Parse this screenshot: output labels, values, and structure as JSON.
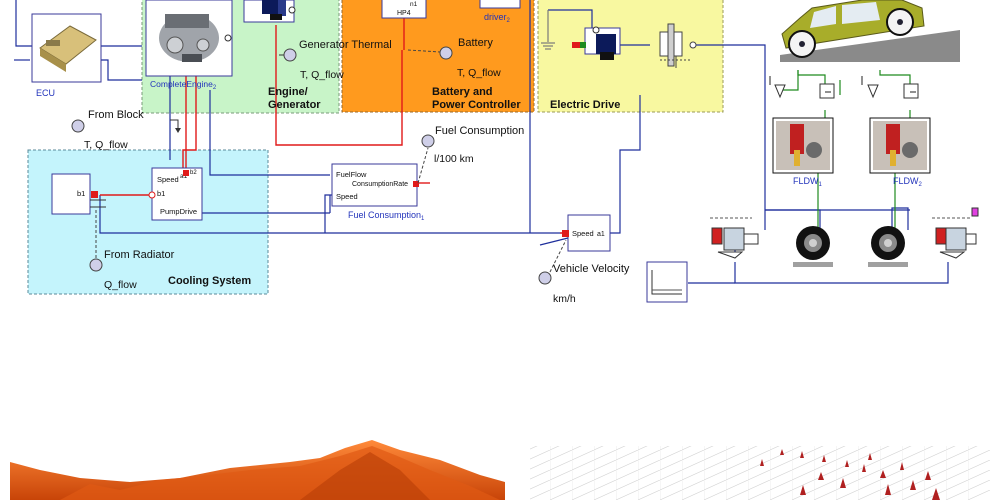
{
  "palette": {
    "engine_fill": "#c8f4c8",
    "battery_fill": "#ff9a1e",
    "drive_fill": "#f8f8a0",
    "cooling_fill": "#c4f4fc",
    "wire_red": "#e01a1a",
    "wire_blue": "#1f2f9c",
    "wire_green": "#1e8a1e",
    "ground": "#7a7a7a",
    "terrain": "#f06418",
    "car_body": "#a8ad2a"
  },
  "blocks": {
    "ecu": "ECU",
    "complete_engine": "CompleteEngine",
    "complete_engine_sub": "2",
    "engine_gen_title_1": "Engine/",
    "engine_gen_title_2": "Generator",
    "hp4": "HP4",
    "n1": "n1",
    "driver": "driver",
    "driver_sub": "2",
    "battery_title_1": "Battery and",
    "battery_title_2": "Power Controller",
    "electric_drive_title": "Electric Drive",
    "cooling_title": "Cooling System",
    "fuel_block_name": "Fuel Consumption",
    "fuel_block_sub": "1",
    "fuel_in_1": "FuelFlow",
    "fuel_in_2": "Speed",
    "fuel_out": "ConsumptionRate",
    "pump_in": "Speed",
    "pump_b1": "b1",
    "pump_name": "PumpDrive",
    "pump_ab": "a1",
    "pump_b2": "b2",
    "b1_block": "b1",
    "speed_block": "Speed",
    "speed_a1": "a1",
    "fldw_1": "FLDW",
    "fldw_1_sub": "1",
    "fldw_2": "FLDW",
    "fldw_2_sub": "2"
  },
  "sensors": {
    "generator_thermal": "Generator Thermal",
    "generator_thermal_unit": "T, Q_flow",
    "battery": "Battery",
    "battery_unit": "T, Q_flow",
    "from_block": "From Block",
    "from_block_unit": "T, Q_flow",
    "fuel_consumption": "Fuel Consumption",
    "fuel_consumption_unit": "l/100 km",
    "from_radiator": "From Radiator",
    "from_radiator_unit": "Q_flow",
    "vehicle_velocity": "Vehicle Velocity",
    "vehicle_velocity_unit": "km/h"
  }
}
